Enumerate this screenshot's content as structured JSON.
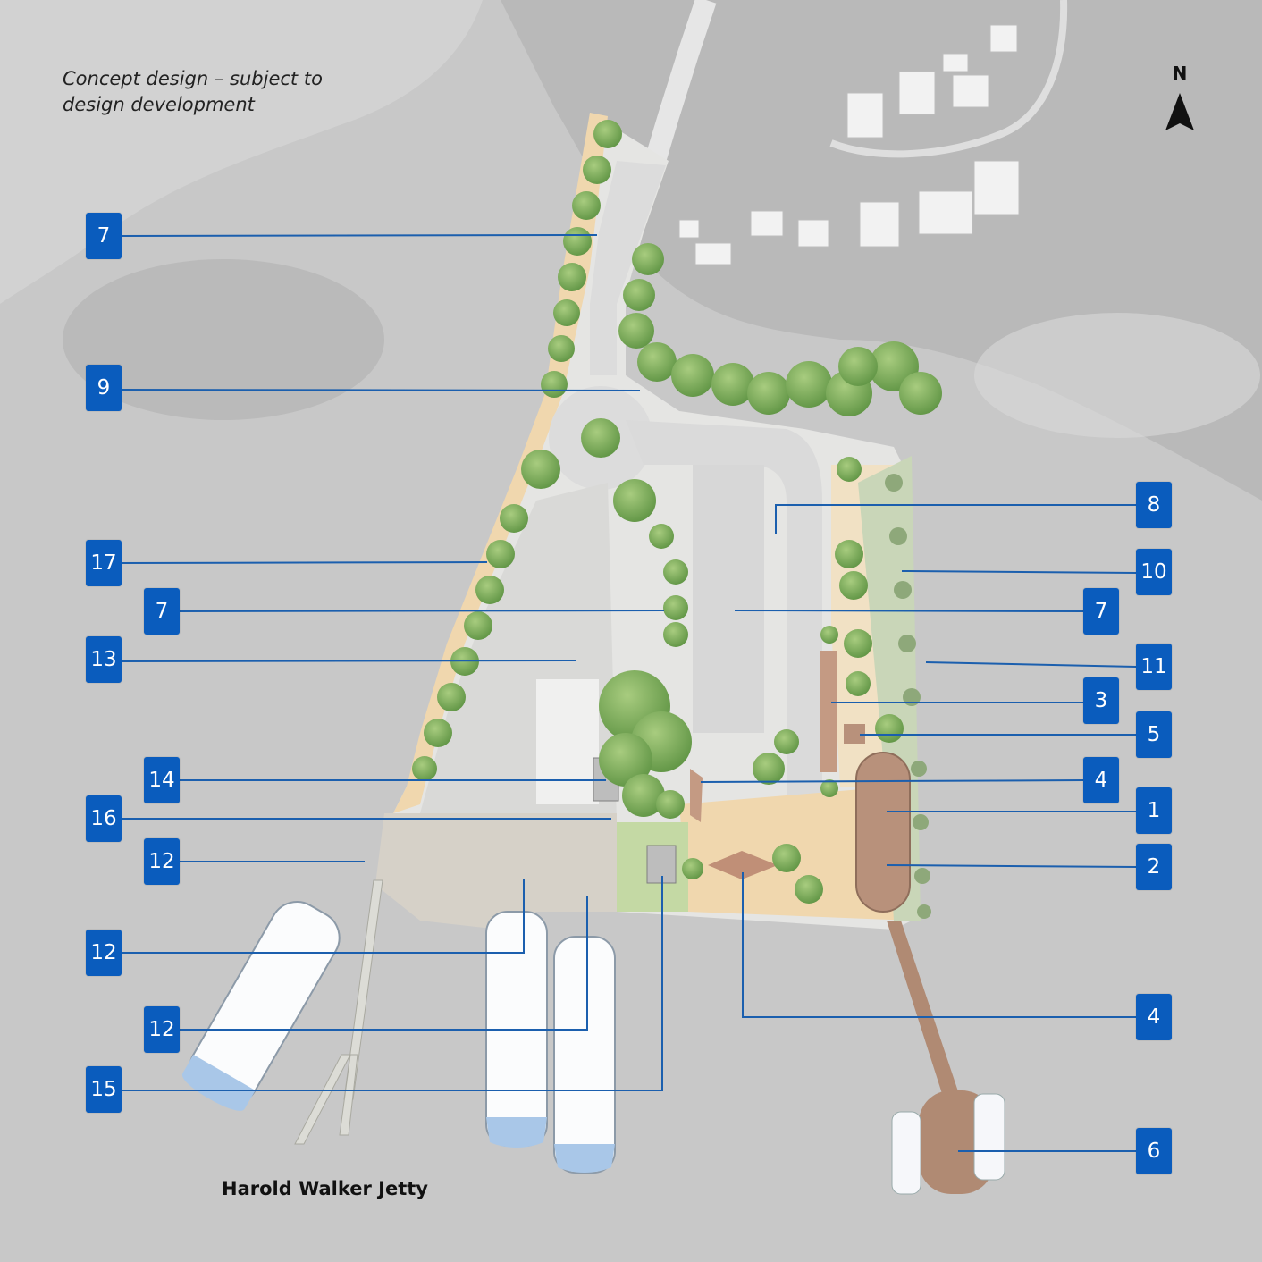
{
  "note": "Concept design – subject to design development",
  "jetty_label": "Harold Walker Jetty",
  "north_label": "N",
  "colors": {
    "badge": "#0a5cbd",
    "leader": "#1b5fae",
    "water": "#c9c9c9",
    "path": "#f1d9b3",
    "road": "#e2e2e2",
    "tree": "#7fae5a",
    "timber": "#b48a73",
    "ferry_hull": "#a9c7e8"
  },
  "callouts": [
    {
      "label": "7"
    },
    {
      "label": "9"
    },
    {
      "label": "17"
    },
    {
      "label": "7"
    },
    {
      "label": "13"
    },
    {
      "label": "14"
    },
    {
      "label": "16"
    },
    {
      "label": "12"
    },
    {
      "label": "12"
    },
    {
      "label": "12"
    },
    {
      "label": "15"
    },
    {
      "label": "8"
    },
    {
      "label": "10"
    },
    {
      "label": "7"
    },
    {
      "label": "11"
    },
    {
      "label": "3"
    },
    {
      "label": "5"
    },
    {
      "label": "4"
    },
    {
      "label": "1"
    },
    {
      "label": "2"
    },
    {
      "label": "4"
    },
    {
      "label": "6"
    }
  ]
}
